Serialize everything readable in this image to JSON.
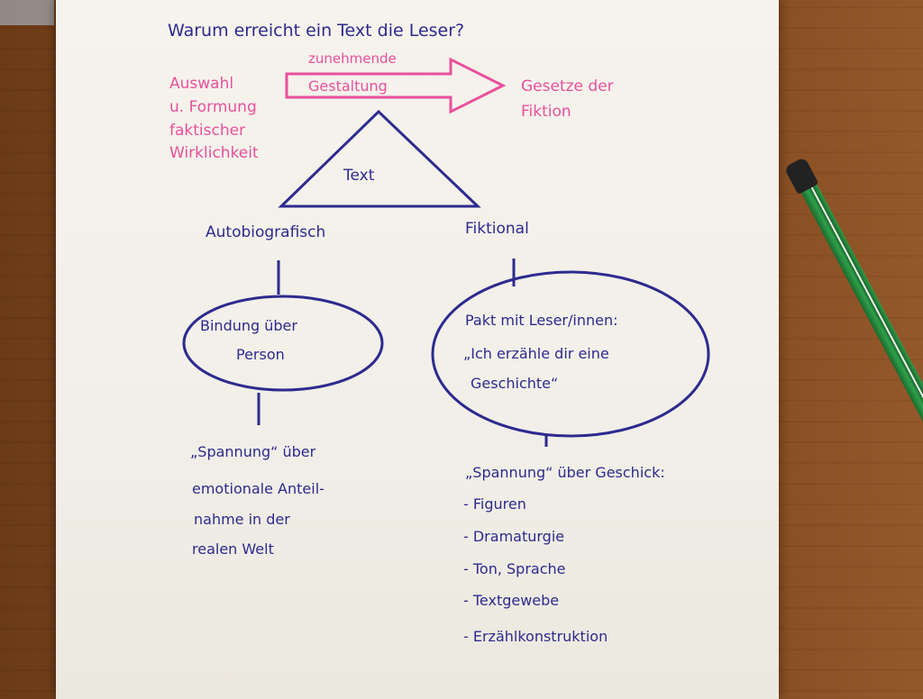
{
  "question": "Warum erreicht ein Text die Leser?",
  "fact": [
    "Auswahl",
    "u. Formung",
    "faktischer",
    "Wirklichkeit"
  ],
  "arrow": {
    "top": "zunehmende",
    "inside": "Gestaltung"
  },
  "fiction_laws": [
    "Gesetze der",
    "Fiktion"
  ],
  "triangle_label": "Text",
  "branches": {
    "left": {
      "title": "Autobiografisch",
      "bubble": [
        "Bindung über",
        "Person"
      ],
      "notes": [
        "„Spannung“ über",
        "emotionale Anteil-",
        "nahme in der",
        "realen Welt"
      ]
    },
    "right": {
      "title": "Fiktional",
      "bubble": [
        "Pakt mit Leser/innen:",
        "„Ich erzähle dir eine",
        "Geschichte“"
      ],
      "notes": [
        "„Spannung“ über Geschick:",
        "- Figuren",
        "- Dramaturgie",
        "- Ton, Sprache",
        "- Textgewebe",
        "- Erzählkonstruktion"
      ]
    }
  },
  "colors": {
    "blue_ink": "#2e2a8f",
    "pink_ink": "#e8509c",
    "paper": "#f1efe8"
  }
}
